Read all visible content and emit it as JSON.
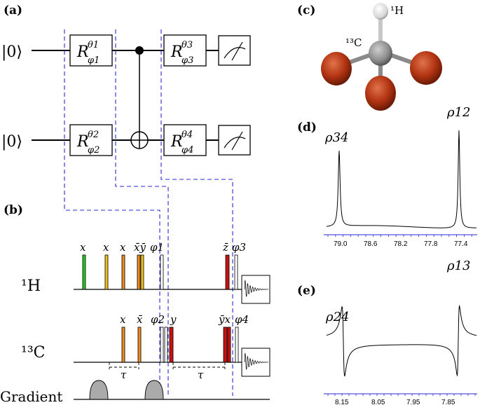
{
  "panels": {
    "a": "(a)",
    "b": "(b)",
    "c": "(c)",
    "d": "(d)",
    "e": "(e)"
  },
  "circuit": {
    "ket": "|0⟩",
    "gates": [
      {
        "theta": "θ1",
        "phi": "φ1"
      },
      {
        "theta": "θ2",
        "phi": "φ2"
      },
      {
        "theta": "θ3",
        "phi": "φ3"
      },
      {
        "theta": "θ4",
        "phi": "φ4"
      }
    ]
  },
  "molecule": {
    "h_label": "¹H",
    "c_label": "¹³C"
  },
  "sequence": {
    "h_channel": "¹H",
    "c_channel": "¹³C",
    "gradient": "Gradient",
    "tau": "τ",
    "h_pulses": [
      "x",
      "x",
      "x",
      "x̄ȳ",
      "φ1",
      "z̄",
      "φ3"
    ],
    "c_pulses": [
      "x",
      "x̄",
      "φ2",
      "y",
      "ȳx",
      "φ4"
    ],
    "colors": {
      "green": "#22cc22",
      "yellow": "#f2c21b",
      "orange": "#f08c1e",
      "red": "#cc1111",
      "dashed": "#2a2ad8"
    }
  },
  "spectra": {
    "d": {
      "peaks": [
        "ρ34",
        "ρ12"
      ],
      "ticks": [
        "79.0",
        "78.6",
        "78.2",
        "77.8",
        "77.4"
      ]
    },
    "e": {
      "peaks": [
        "ρ24",
        "ρ13"
      ],
      "ticks": [
        "8.15",
        "8.05",
        "7.95",
        "7.85"
      ]
    }
  }
}
